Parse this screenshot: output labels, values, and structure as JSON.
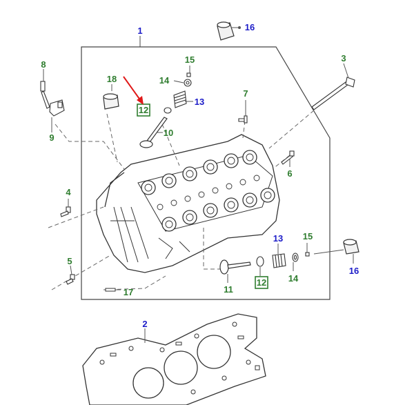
{
  "diagram": {
    "colors": {
      "green": "#2f7d2f",
      "blue": "#1c1cc8",
      "red": "#e01818",
      "outline": "#333333",
      "line": "#555555"
    },
    "callouts": {
      "c1": "1",
      "c2": "2",
      "c3": "3",
      "c4": "4",
      "c5": "5",
      "c6": "6",
      "c7": "7",
      "c8": "8",
      "c9": "9",
      "c10": "10",
      "c11": "11",
      "c12a": "12",
      "c12b": "12",
      "c13a": "13",
      "c13b": "13",
      "c14a": "14",
      "c14b": "14",
      "c15a": "15",
      "c15b": "15",
      "c16a": "16",
      "c16b": "16",
      "c17": "17",
      "c18": "18"
    }
  }
}
